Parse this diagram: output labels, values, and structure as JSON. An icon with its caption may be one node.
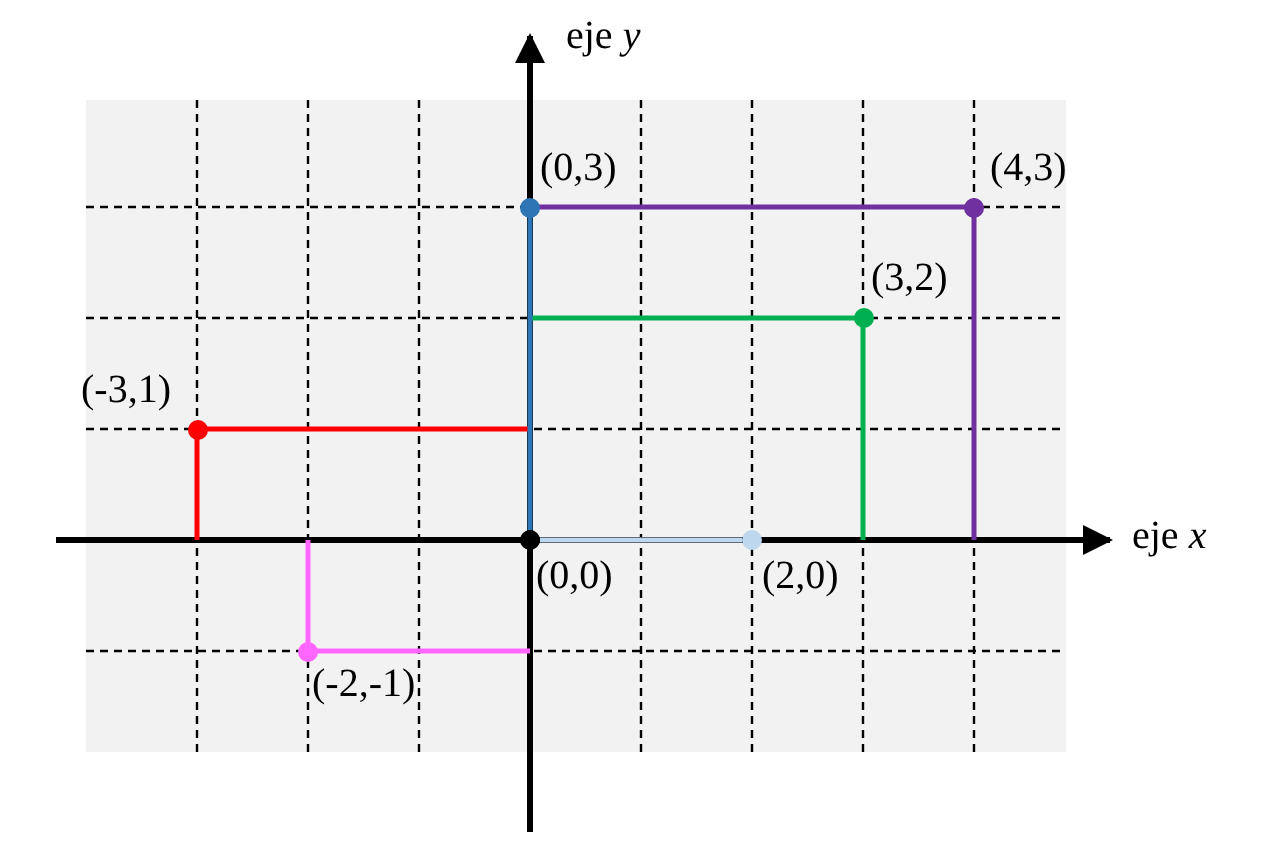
{
  "diagram": {
    "nodes": [
      {
        "text": [
          "(0,3)"
        ]
      },
      {
        "text": [
          "(4,3)"
        ]
      },
      {
        "text": [
          "(3,2)"
        ]
      },
      {
        "text": [
          "(-3,1)"
        ]
      },
      {
        "text": [
          "(0,0)"
        ]
      },
      {
        "text": [
          "(2,0)"
        ]
      },
      {
        "text": [
          "(-2,-1)"
        ]
      }
    ],
    "edges": [
      {
        "from": 4,
        "to": 0,
        "arrow": "none",
        "color": "#2e75b6"
      },
      {
        "from": 4,
        "to": 5,
        "arrow": "none",
        "color": "#bdd7ee"
      }
    ],
    "labels": [
      "eje *y*",
      "eje *x*"
    ]
  }
}
